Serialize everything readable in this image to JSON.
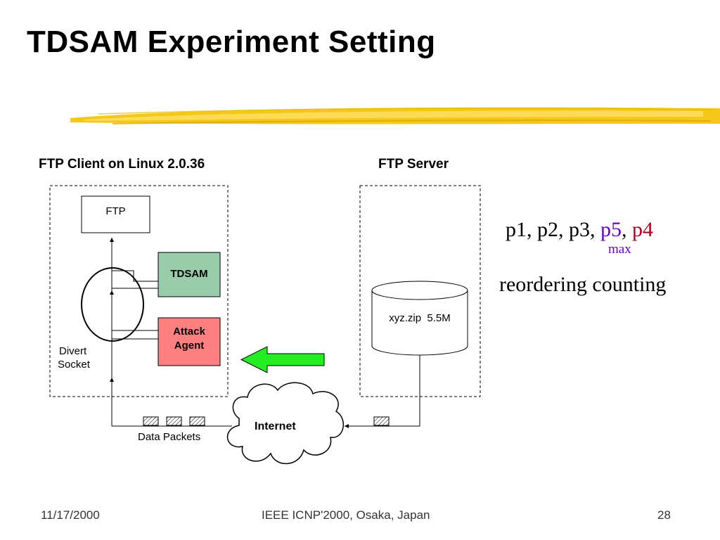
{
  "slide": {
    "title": "TDSAM Experiment Setting"
  },
  "diagram": {
    "client_heading": "FTP Client on Linux 2.0.36",
    "server_heading": "FTP Server",
    "ftp_box": "FTP",
    "tdsam_box": "TDSAM",
    "attack_agent_line1": "Attack",
    "attack_agent_line2": "Agent",
    "divert_line1": "Divert",
    "divert_line2": "Socket",
    "file_label": "xyz.zip  5.5M",
    "internet_label": "Internet",
    "packets_label": "Data Packets",
    "colors": {
      "tdsam": "#99ccaa",
      "attack_agent": "#ff8080",
      "arrow": "#22ee22",
      "brush": "#f2c200"
    }
  },
  "side_text": {
    "sequence_plain": "p1, p2, p3, ",
    "p5": "p5",
    "comma": ", ",
    "p4": "p4",
    "p5_color": "#6600cc",
    "p4_color": "#b00020",
    "max_label": "max",
    "caption": "reordering counting"
  },
  "footer": {
    "date": "11/17/2000",
    "conference": "IEEE ICNP'2000, Osaka, Japan",
    "page": "28"
  }
}
